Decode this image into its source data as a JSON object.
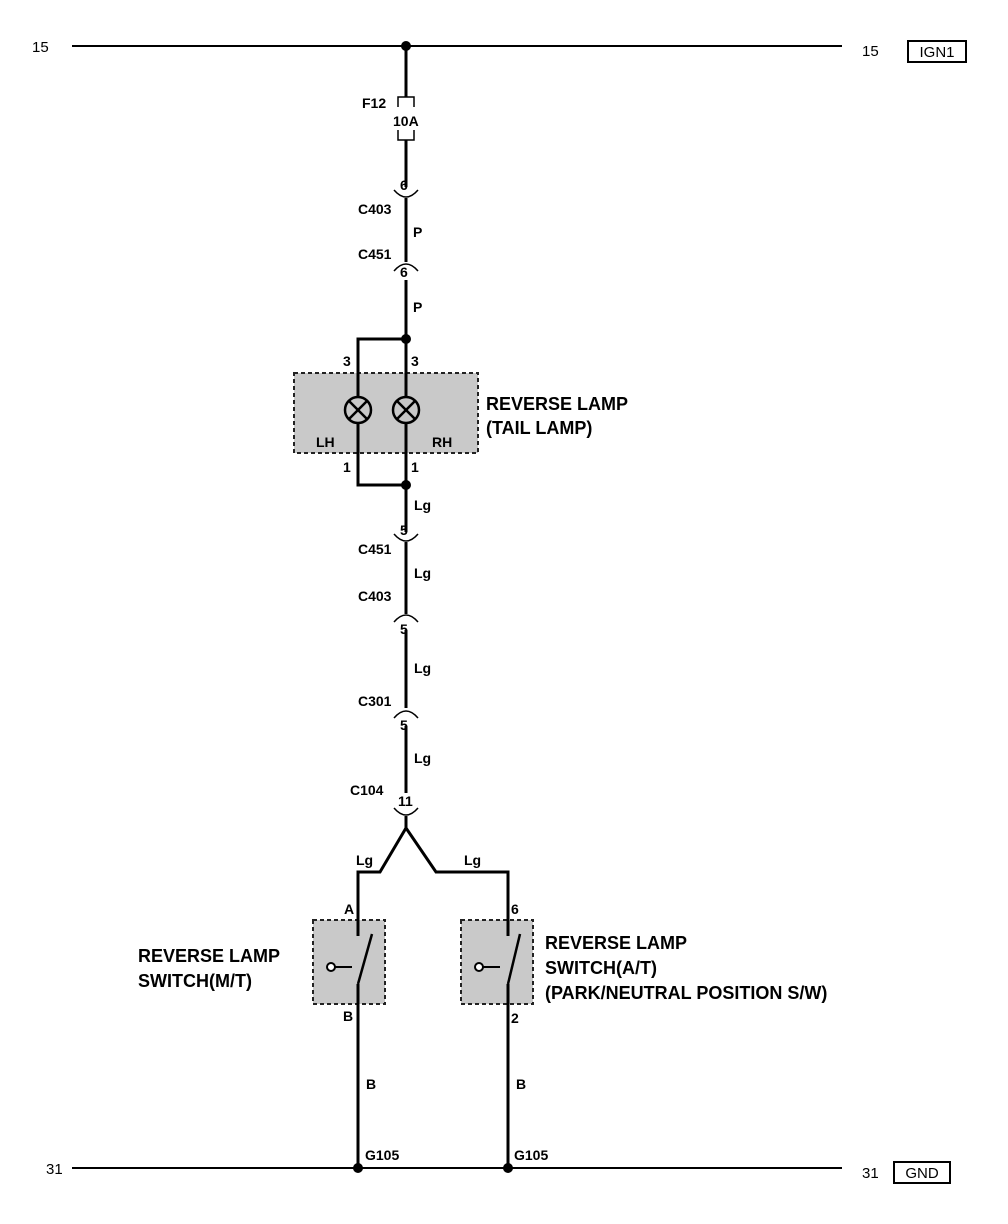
{
  "rails": {
    "top_left": "15",
    "top_right": "15",
    "top_tag": "IGN1",
    "bottom_left": "31",
    "bottom_right": "31",
    "bottom_tag": "GND"
  },
  "fuse": {
    "name": "F12",
    "rating": "10A"
  },
  "connectors": {
    "c403_top": {
      "name": "C403",
      "pin": "6"
    },
    "c451_top": {
      "name": "C451",
      "pin": "6"
    },
    "c451_bot": {
      "name": "C451",
      "pin": "5"
    },
    "c403_bot": {
      "name": "C403",
      "pin": "5"
    },
    "c301": {
      "name": "C301",
      "pin": "5"
    },
    "c104": {
      "name": "C104",
      "pin": "11"
    }
  },
  "wires": {
    "p1": "P",
    "p2": "P",
    "lg1": "Lg",
    "lg2": "Lg",
    "lg3": "Lg",
    "lg4": "Lg",
    "lg_left": "Lg",
    "lg_right": "Lg",
    "b_left": "B",
    "b_right": "B"
  },
  "lamp": {
    "line1": "REVERSE LAMP",
    "line2": "(TAIL LAMP)",
    "lh": "LH",
    "rh": "RH",
    "pin_lh_top": "3",
    "pin_rh_top": "3",
    "pin_lh_bot": "1",
    "pin_rh_bot": "1"
  },
  "switch_mt": {
    "line1": "REVERSE LAMP",
    "line2": "SWITCH(M/T)",
    "pin_top": "A",
    "pin_bot": "B"
  },
  "switch_at": {
    "line1": "REVERSE LAMP",
    "line2": "SWITCH(A/T)",
    "line3": "(PARK/NEUTRAL POSITION S/W)",
    "pin_top": "6",
    "pin_bot": "2"
  },
  "grounds": {
    "left": "G105",
    "right": "G105"
  }
}
